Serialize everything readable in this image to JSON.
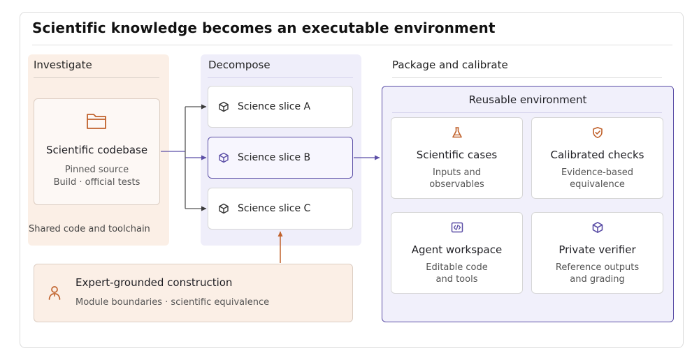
{
  "title": "Scientific knowledge becomes an executable environment",
  "columns": {
    "investigate": "Investigate",
    "decompose": "Decompose",
    "package": "Package and calibrate"
  },
  "codebase": {
    "title": "Scientific codebase",
    "line1": "Pinned source",
    "line2": "Build · official tests",
    "caption": "Shared code and toolchain"
  },
  "slices": [
    "Science slice A",
    "Science slice B",
    "Science slice C"
  ],
  "environment": {
    "title": "Reusable environment",
    "cards": [
      {
        "title": "Scientific cases",
        "line1": "Inputs and",
        "line2": "observables",
        "icon": "flask-icon"
      },
      {
        "title": "Calibrated checks",
        "line1": "Evidence-based",
        "line2": "equivalence",
        "icon": "shield-check-icon"
      },
      {
        "title": "Agent workspace",
        "line1": "Editable code",
        "line2": "and tools",
        "icon": "code-icon"
      },
      {
        "title": "Private verifier",
        "line1": "Reference outputs",
        "line2": "and grading",
        "icon": "cube-icon"
      }
    ]
  },
  "expert": {
    "title": "Expert-grounded construction",
    "subtitle": "Module boundaries · scientific equivalence"
  },
  "colors": {
    "accent_purple": "#5b4ea6",
    "accent_orange": "#c0612b",
    "warm_panel": "#fbefe6",
    "cool_panel": "#efeefa"
  }
}
